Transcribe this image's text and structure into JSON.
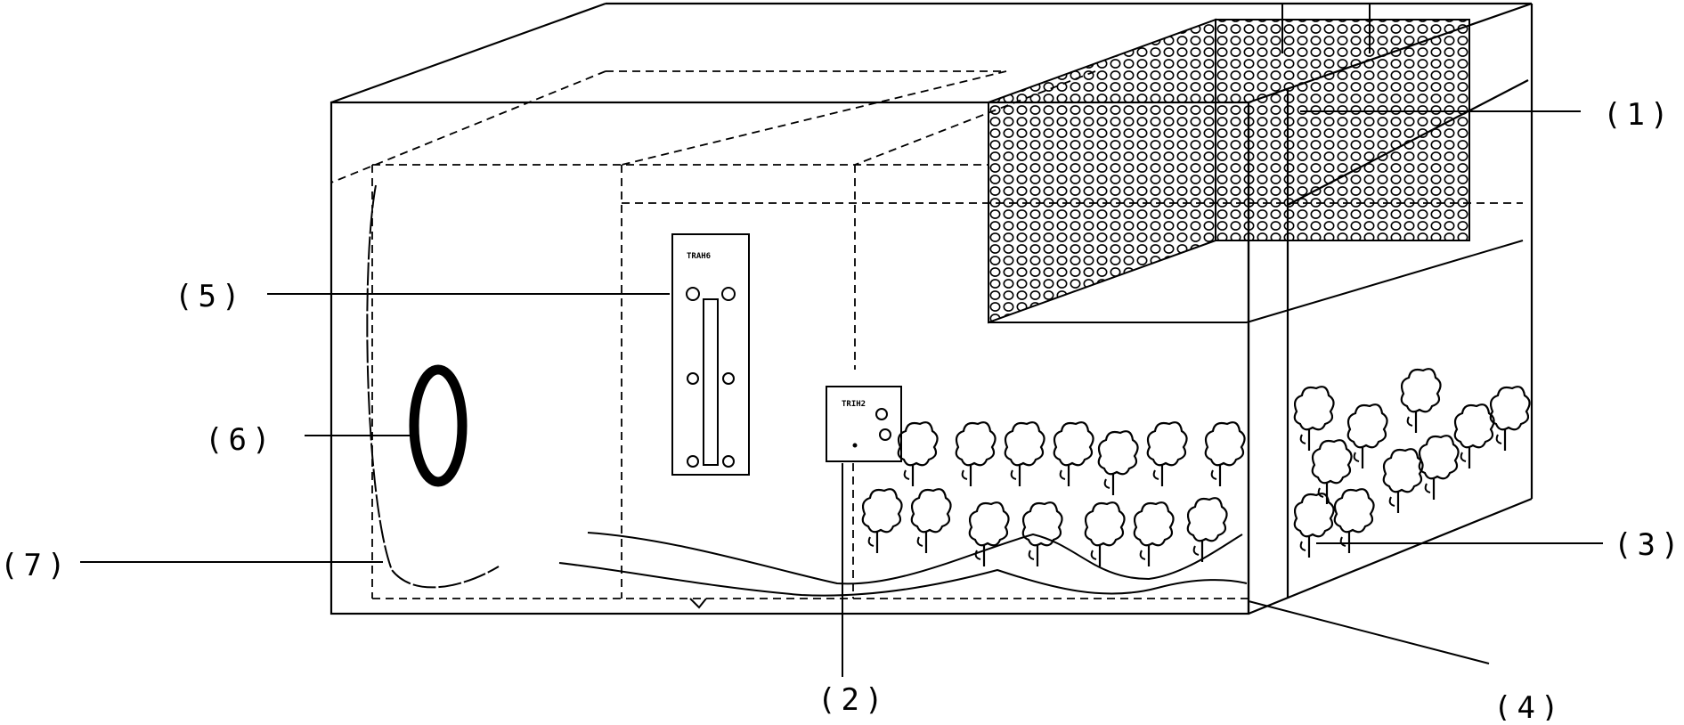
{
  "labels": {
    "l1": "(1)",
    "l2": "(2)",
    "l3": "(3)",
    "l4": "(4)",
    "l5": "(5)",
    "l6": "(6)",
    "l7": "(7)"
  },
  "panel_captions": {
    "meter_title": "TRAH6",
    "controller_title": "TRIH2"
  },
  "colors": {
    "ink": "#000000",
    "background": "#ffffff"
  }
}
